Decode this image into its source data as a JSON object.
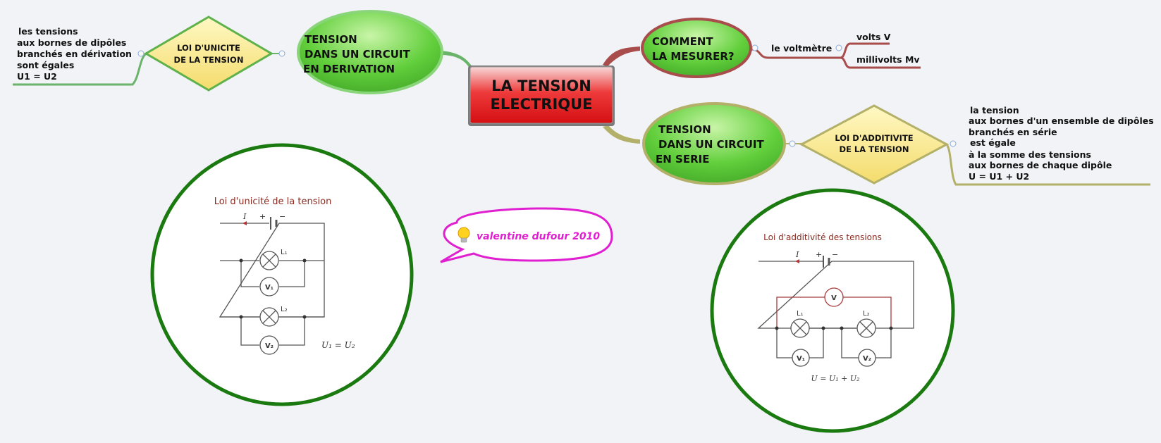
{
  "central": {
    "line1": "LA TENSION",
    "line2": "ELECTRIQUE"
  },
  "branch_derivation": {
    "line1": "TENSION",
    "line2": "DANS UN CIRCUIT",
    "line3": "EN DERIVATION"
  },
  "law_unicite": {
    "line1": "LOI D'UNICITE",
    "line2": "DE LA TENSION"
  },
  "unicite_text": {
    "line1": "les tensions",
    "line2": "aux bornes de dipôles",
    "line3": "branchés en dérivation",
    "line4": "sont égales",
    "line5": "U1 = U2"
  },
  "branch_mesurer": {
    "line1": "COMMENT",
    "line2": "LA MESURER?"
  },
  "voltmetre": "le voltmètre",
  "units": {
    "volts": "volts V",
    "millivolts": "millivolts Mv"
  },
  "branch_serie": {
    "line1": "TENSION",
    "line2": "DANS UN CIRCUIT",
    "line3": "EN SERIE"
  },
  "law_additivite": {
    "line1": "LOI D'ADDITIVITE",
    "line2": "DE LA TENSION"
  },
  "additivite_text": {
    "line1": "la tension",
    "line2": "aux bornes d'un ensemble de dipôles",
    "line3": "branchés en série",
    "line4": "est égale",
    "line5": "à la somme des tensions",
    "line6": "aux bornes de chaque dipôle",
    "line7": "U = U1 + U2"
  },
  "author": "valentine dufour 2010",
  "circuit_unicite": {
    "title": "Loi d'unicité de la tension",
    "I": "I",
    "plus": "+",
    "minus": "−",
    "L1": "L₁",
    "L2": "L₂",
    "V1": "V₁",
    "V2": "V₂",
    "formula": "U₁ = U₂"
  },
  "circuit_additivite": {
    "title": "Loi d'additivité des tensions",
    "I": "I",
    "plus": "+",
    "minus": "−",
    "V": "V",
    "L1": "L₁",
    "L2": "L₂",
    "V1": "V₁",
    "V2": "V₂",
    "formula": "U = U₁ + U₂"
  },
  "colors": {
    "central_red": "#e8262b",
    "green_node": "#6cd34a",
    "diamond_yellow": "#f7e78a",
    "ring_green": "#1a7a10",
    "connector_red": "#a84c4c",
    "connector_olive": "#b3b06a",
    "connector_green": "#6ab36a",
    "balloon_magenta": "#e020d0"
  }
}
